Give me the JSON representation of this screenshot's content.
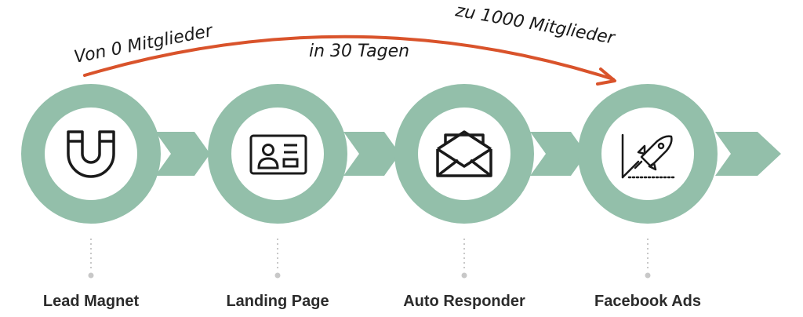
{
  "annotations": {
    "start": "Von 0 Mitglieder",
    "middle": "in 30 Tagen",
    "end": "zu 1000 Mitglieder"
  },
  "steps": [
    {
      "label": "Lead Magnet",
      "icon": "magnet-icon"
    },
    {
      "label": "Landing Page",
      "icon": "profile-card-icon"
    },
    {
      "label": "Auto Responder",
      "icon": "envelope-icon"
    },
    {
      "label": "Facebook Ads",
      "icon": "rocket-chart-icon"
    }
  ],
  "colors": {
    "ring": "#93bfaa",
    "arc": "#d9532b",
    "icon": "#1a1a1a",
    "label": "#2b2b2b",
    "connector": "#c8c8c8"
  }
}
